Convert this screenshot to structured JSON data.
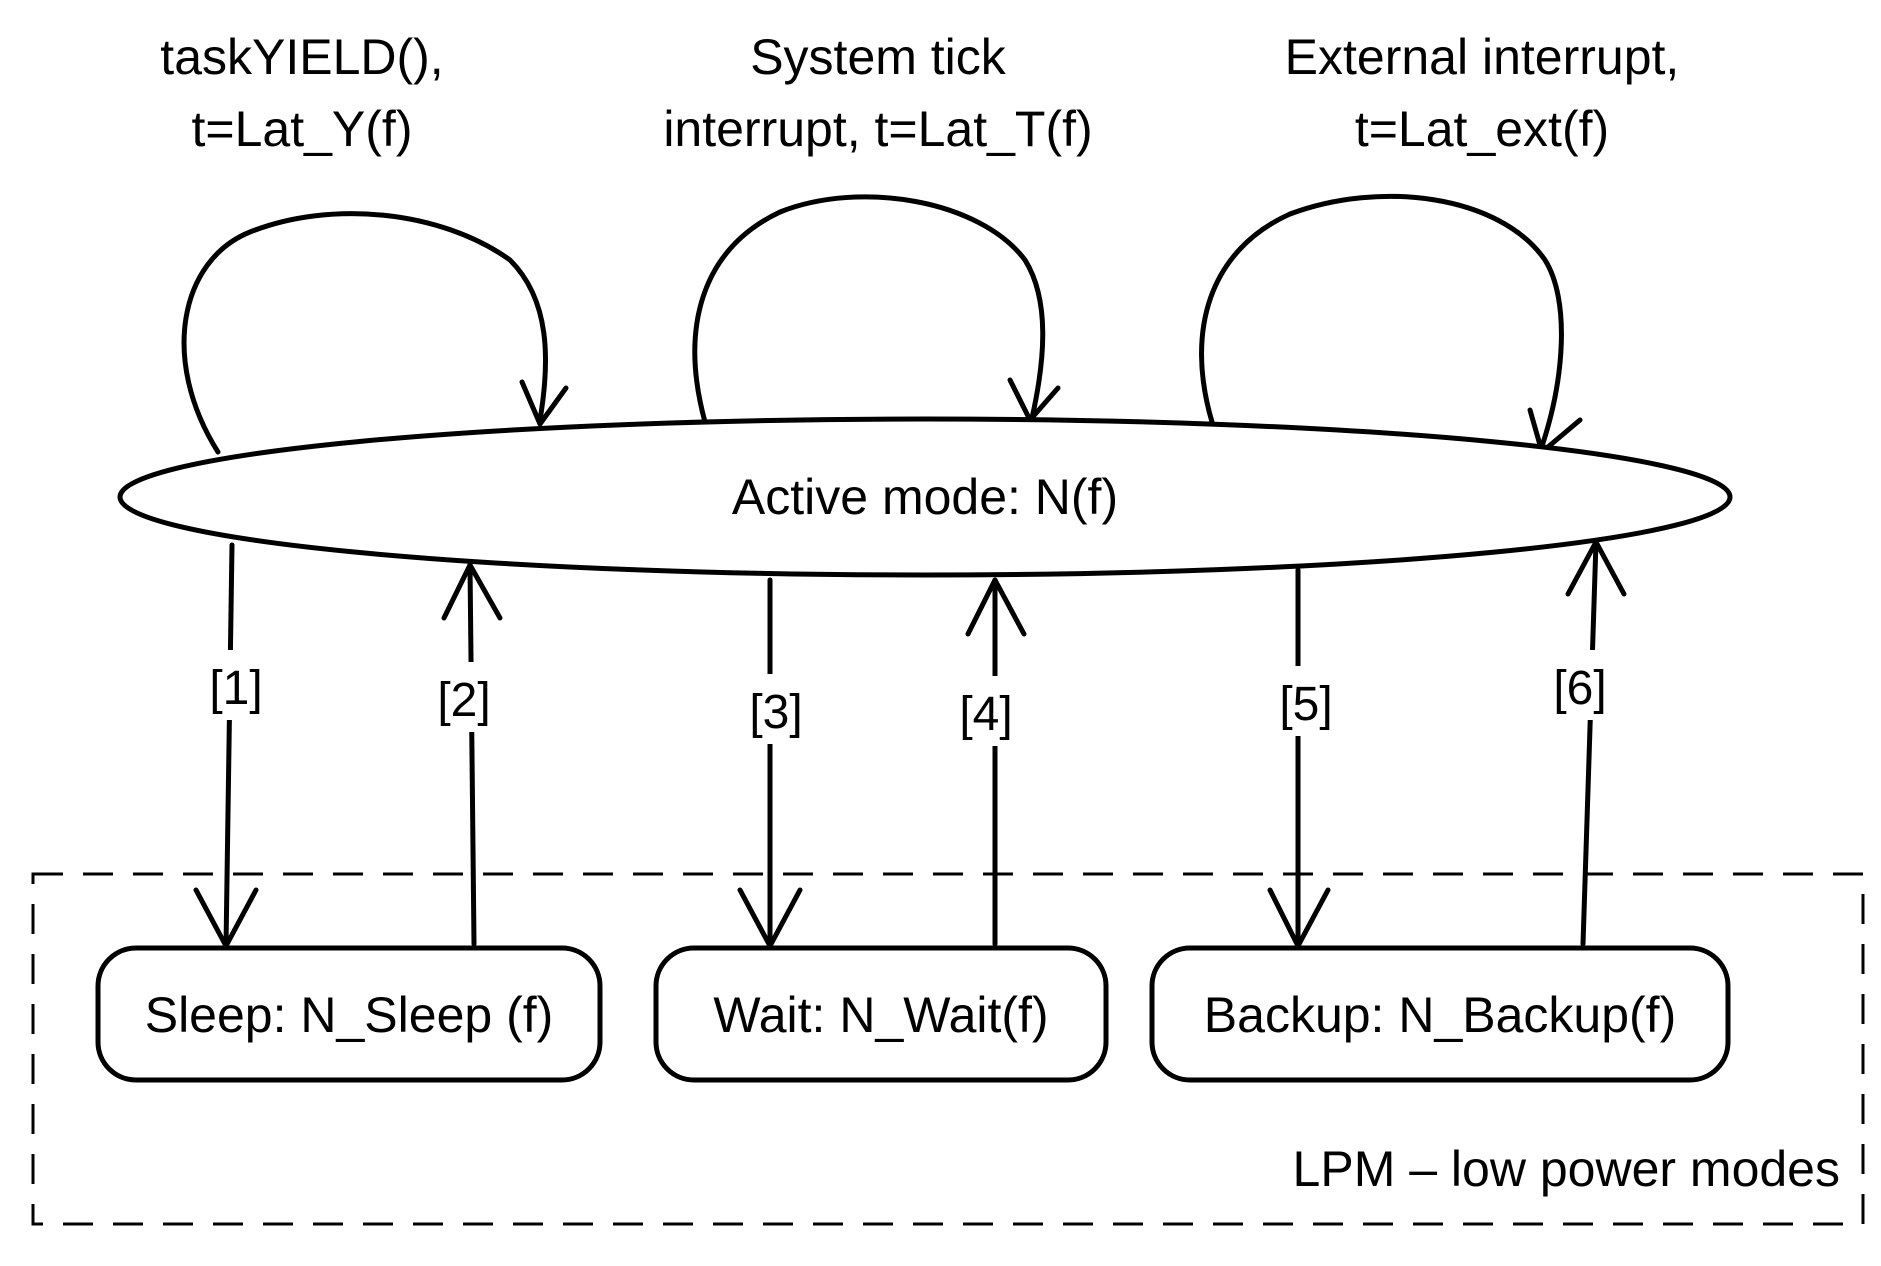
{
  "self_loops": [
    {
      "label_line1": "taskYIELD(),",
      "label_line2": "t=Lat_Y(f)"
    },
    {
      "label_line1": "System tick",
      "label_line2": "interrupt, t=Lat_T(f)"
    },
    {
      "label_line1": "External interrupt,",
      "label_line2": "t=Lat_ext(f)"
    }
  ],
  "active_state": {
    "label": "Active mode: N(f)"
  },
  "transitions": [
    "[1]",
    "[2]",
    "[3]",
    "[4]",
    "[5]",
    "[6]"
  ],
  "lpm_states": [
    {
      "label": "Sleep: N_Sleep (f)"
    },
    {
      "label": "Wait: N_Wait(f)"
    },
    {
      "label": "Backup: N_Backup(f)"
    }
  ],
  "lpm_group": {
    "label": "LPM – low power modes"
  }
}
